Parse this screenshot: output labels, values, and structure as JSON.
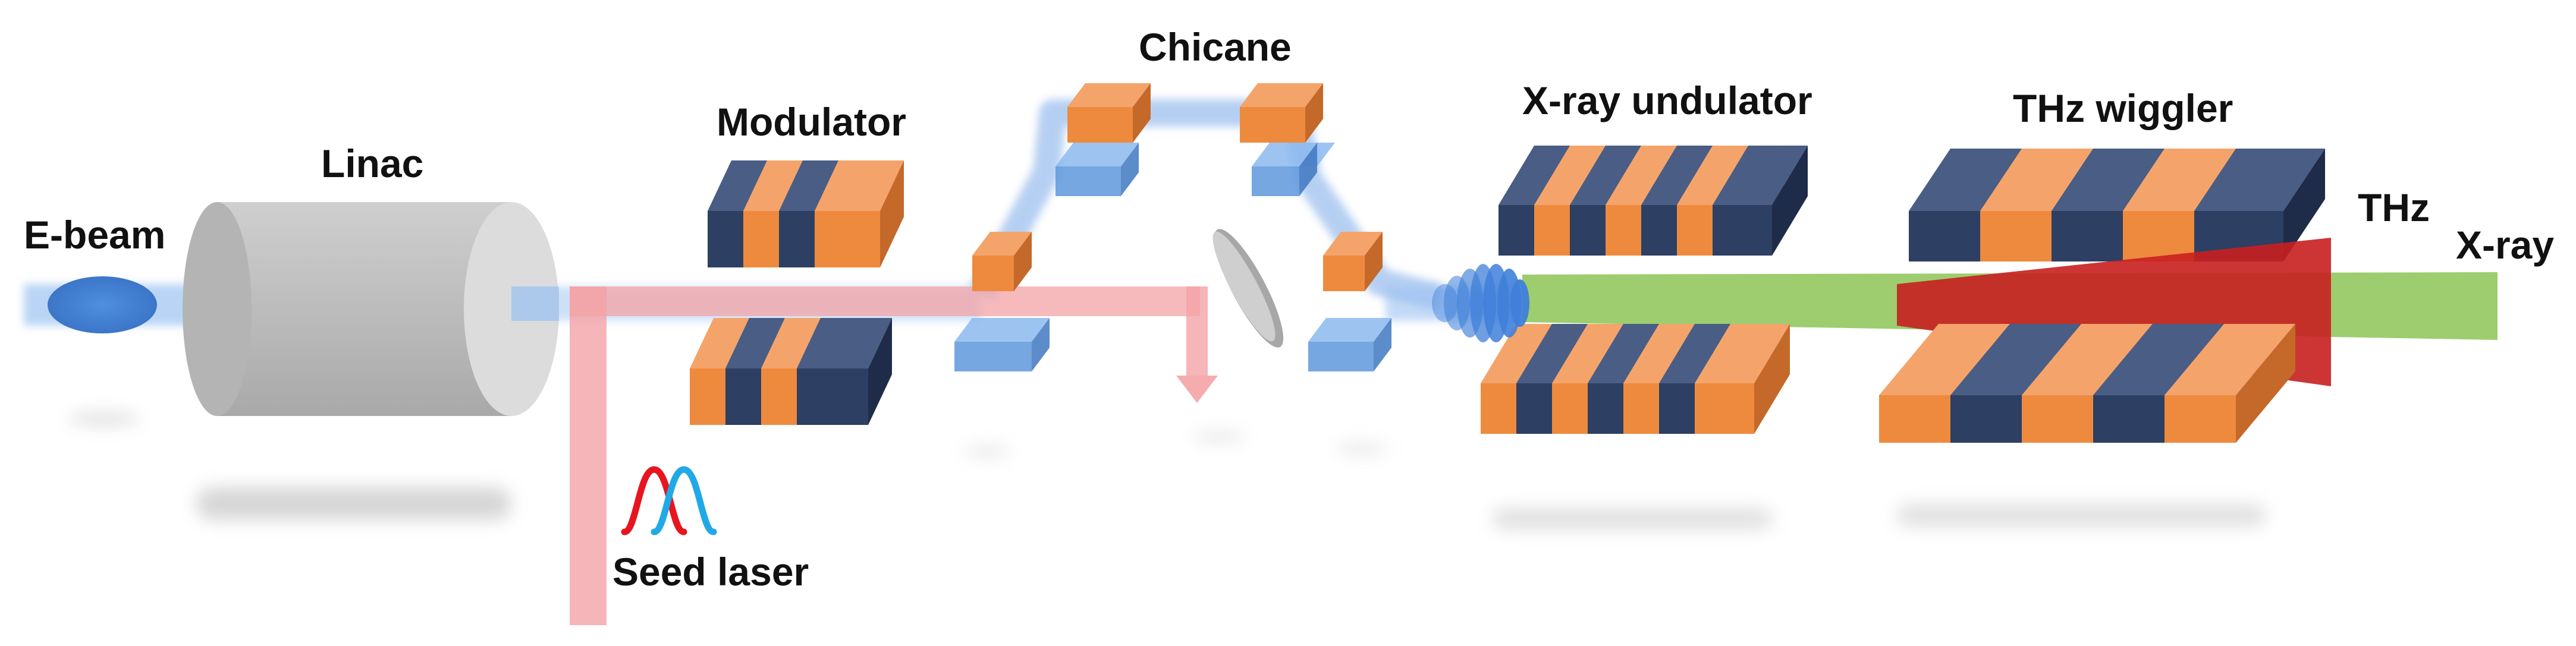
{
  "labels": {
    "ebeam": "E-beam",
    "linac": "Linac",
    "modulator": "Modulator",
    "chicane": "Chicane",
    "xray_undulator": "X-ray undulator",
    "thz_wiggler": "THz wiggler",
    "thz": "THz",
    "xray": "X-ray",
    "seed_laser": "Seed laser"
  },
  "colors": {
    "electron_beam": "#5b8fdc",
    "laser_beam": "#f3a5a8",
    "xray_beam": "#8fc65a",
    "thz_beam": "#c81f1f",
    "magnet_orange": "#ee8a3e",
    "magnet_navy": "#2d3f63",
    "chicane_blue": "#5e98dc",
    "linac_gray": "#bdbdbd",
    "seed_red": "#e8141e",
    "seed_cyan": "#20a9e6"
  },
  "icons": {
    "seed_pulses": "seed-pulses-icon",
    "electron_bunch": "electron-bunch-icon",
    "microbunch": "microbunch-icon"
  }
}
